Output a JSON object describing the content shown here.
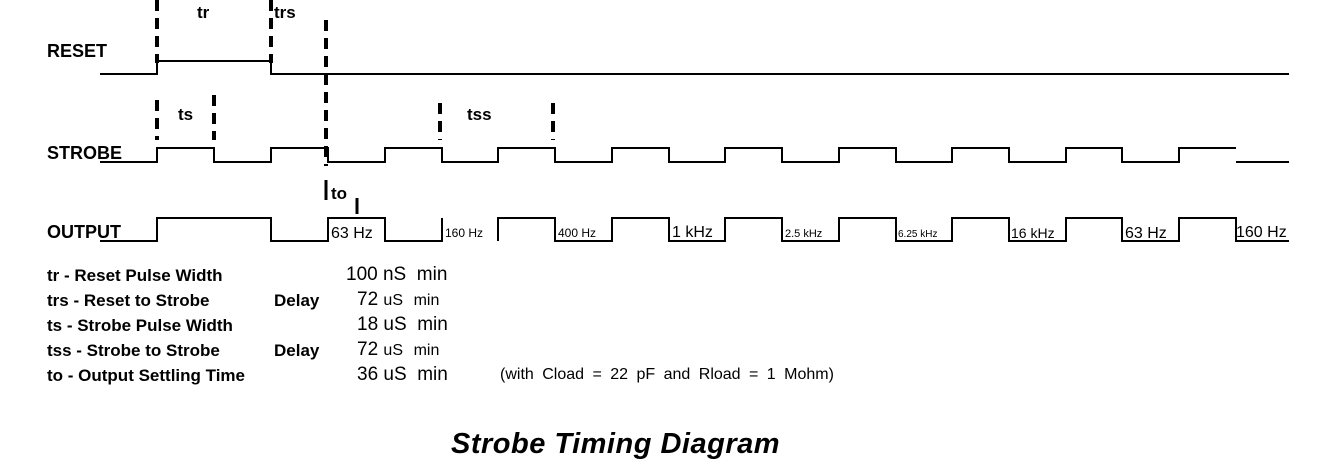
{
  "signals": [
    {
      "id": "reset",
      "label": "RESET"
    },
    {
      "id": "strobe",
      "label": "STROBE"
    },
    {
      "id": "output",
      "label": "OUTPUT"
    }
  ],
  "markers": {
    "tr": "tr",
    "trs": "trs",
    "ts": "ts",
    "tss": "tss",
    "to": "to"
  },
  "output_freqs": [
    "63  Hz",
    "160  Hz",
    "400  Hz",
    "1  kHz",
    "2.5  kHz",
    "6.25  kHz",
    "16  kHz",
    "63  Hz",
    "160  Hz"
  ],
  "specs": [
    {
      "name": "tr - Reset Pulse Width",
      "delay": "",
      "value": "100",
      "unit": "nS",
      "qual": "min"
    },
    {
      "name": "trs - Reset to Strobe",
      "delay": "Delay",
      "value": "72",
      "unit": "uS",
      "qual": "min"
    },
    {
      "name": "ts - Strobe Pulse Width",
      "delay": "",
      "value": "18",
      "unit": "uS",
      "qual": "min"
    },
    {
      "name": "tss - Strobe to Strobe",
      "delay": "Delay",
      "value": "72",
      "unit": "uS",
      "qual": "min"
    },
    {
      "name": "to - Output Settling Time",
      "delay": "",
      "value": "36",
      "unit": "uS",
      "qual": "min"
    }
  ],
  "note": "(with  Cload  =  22  pF  and  Rload  =  1  Mohm)",
  "title": "Strobe Timing Diagram"
}
